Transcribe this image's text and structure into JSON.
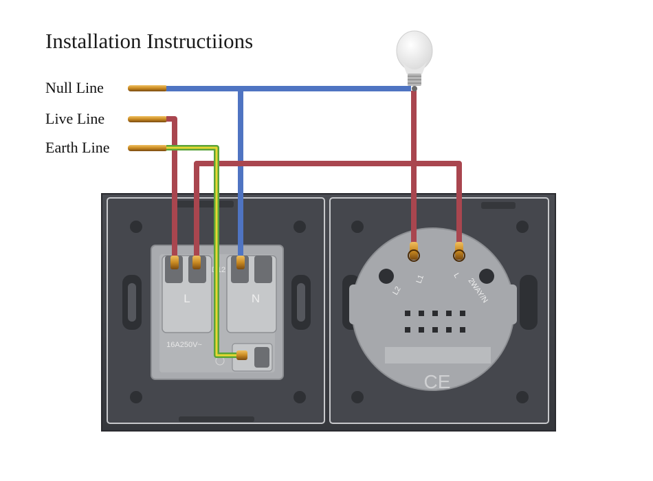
{
  "title": "Installation Instructiions",
  "wires": {
    "null_label": "Null Line",
    "live_label": "Live Line",
    "earth_label": "Earth Line"
  },
  "socket": {
    "left_terminal": "L",
    "right_terminal": "N",
    "code": "D12",
    "rating": "16A250V~"
  },
  "switch": {
    "terminal_labels": [
      "L2",
      "L1",
      "L",
      "2WAY/N"
    ],
    "ce_mark": "CE"
  },
  "colors": {
    "null_wire": "#4f74c2",
    "live_wire": "#a9464f",
    "earth_wire_green": "#5aa33a",
    "earth_wire_yellow": "#e8d832",
    "copper": "#c98a22",
    "frame": "#3d3f45",
    "module": "#a4a6aa"
  }
}
